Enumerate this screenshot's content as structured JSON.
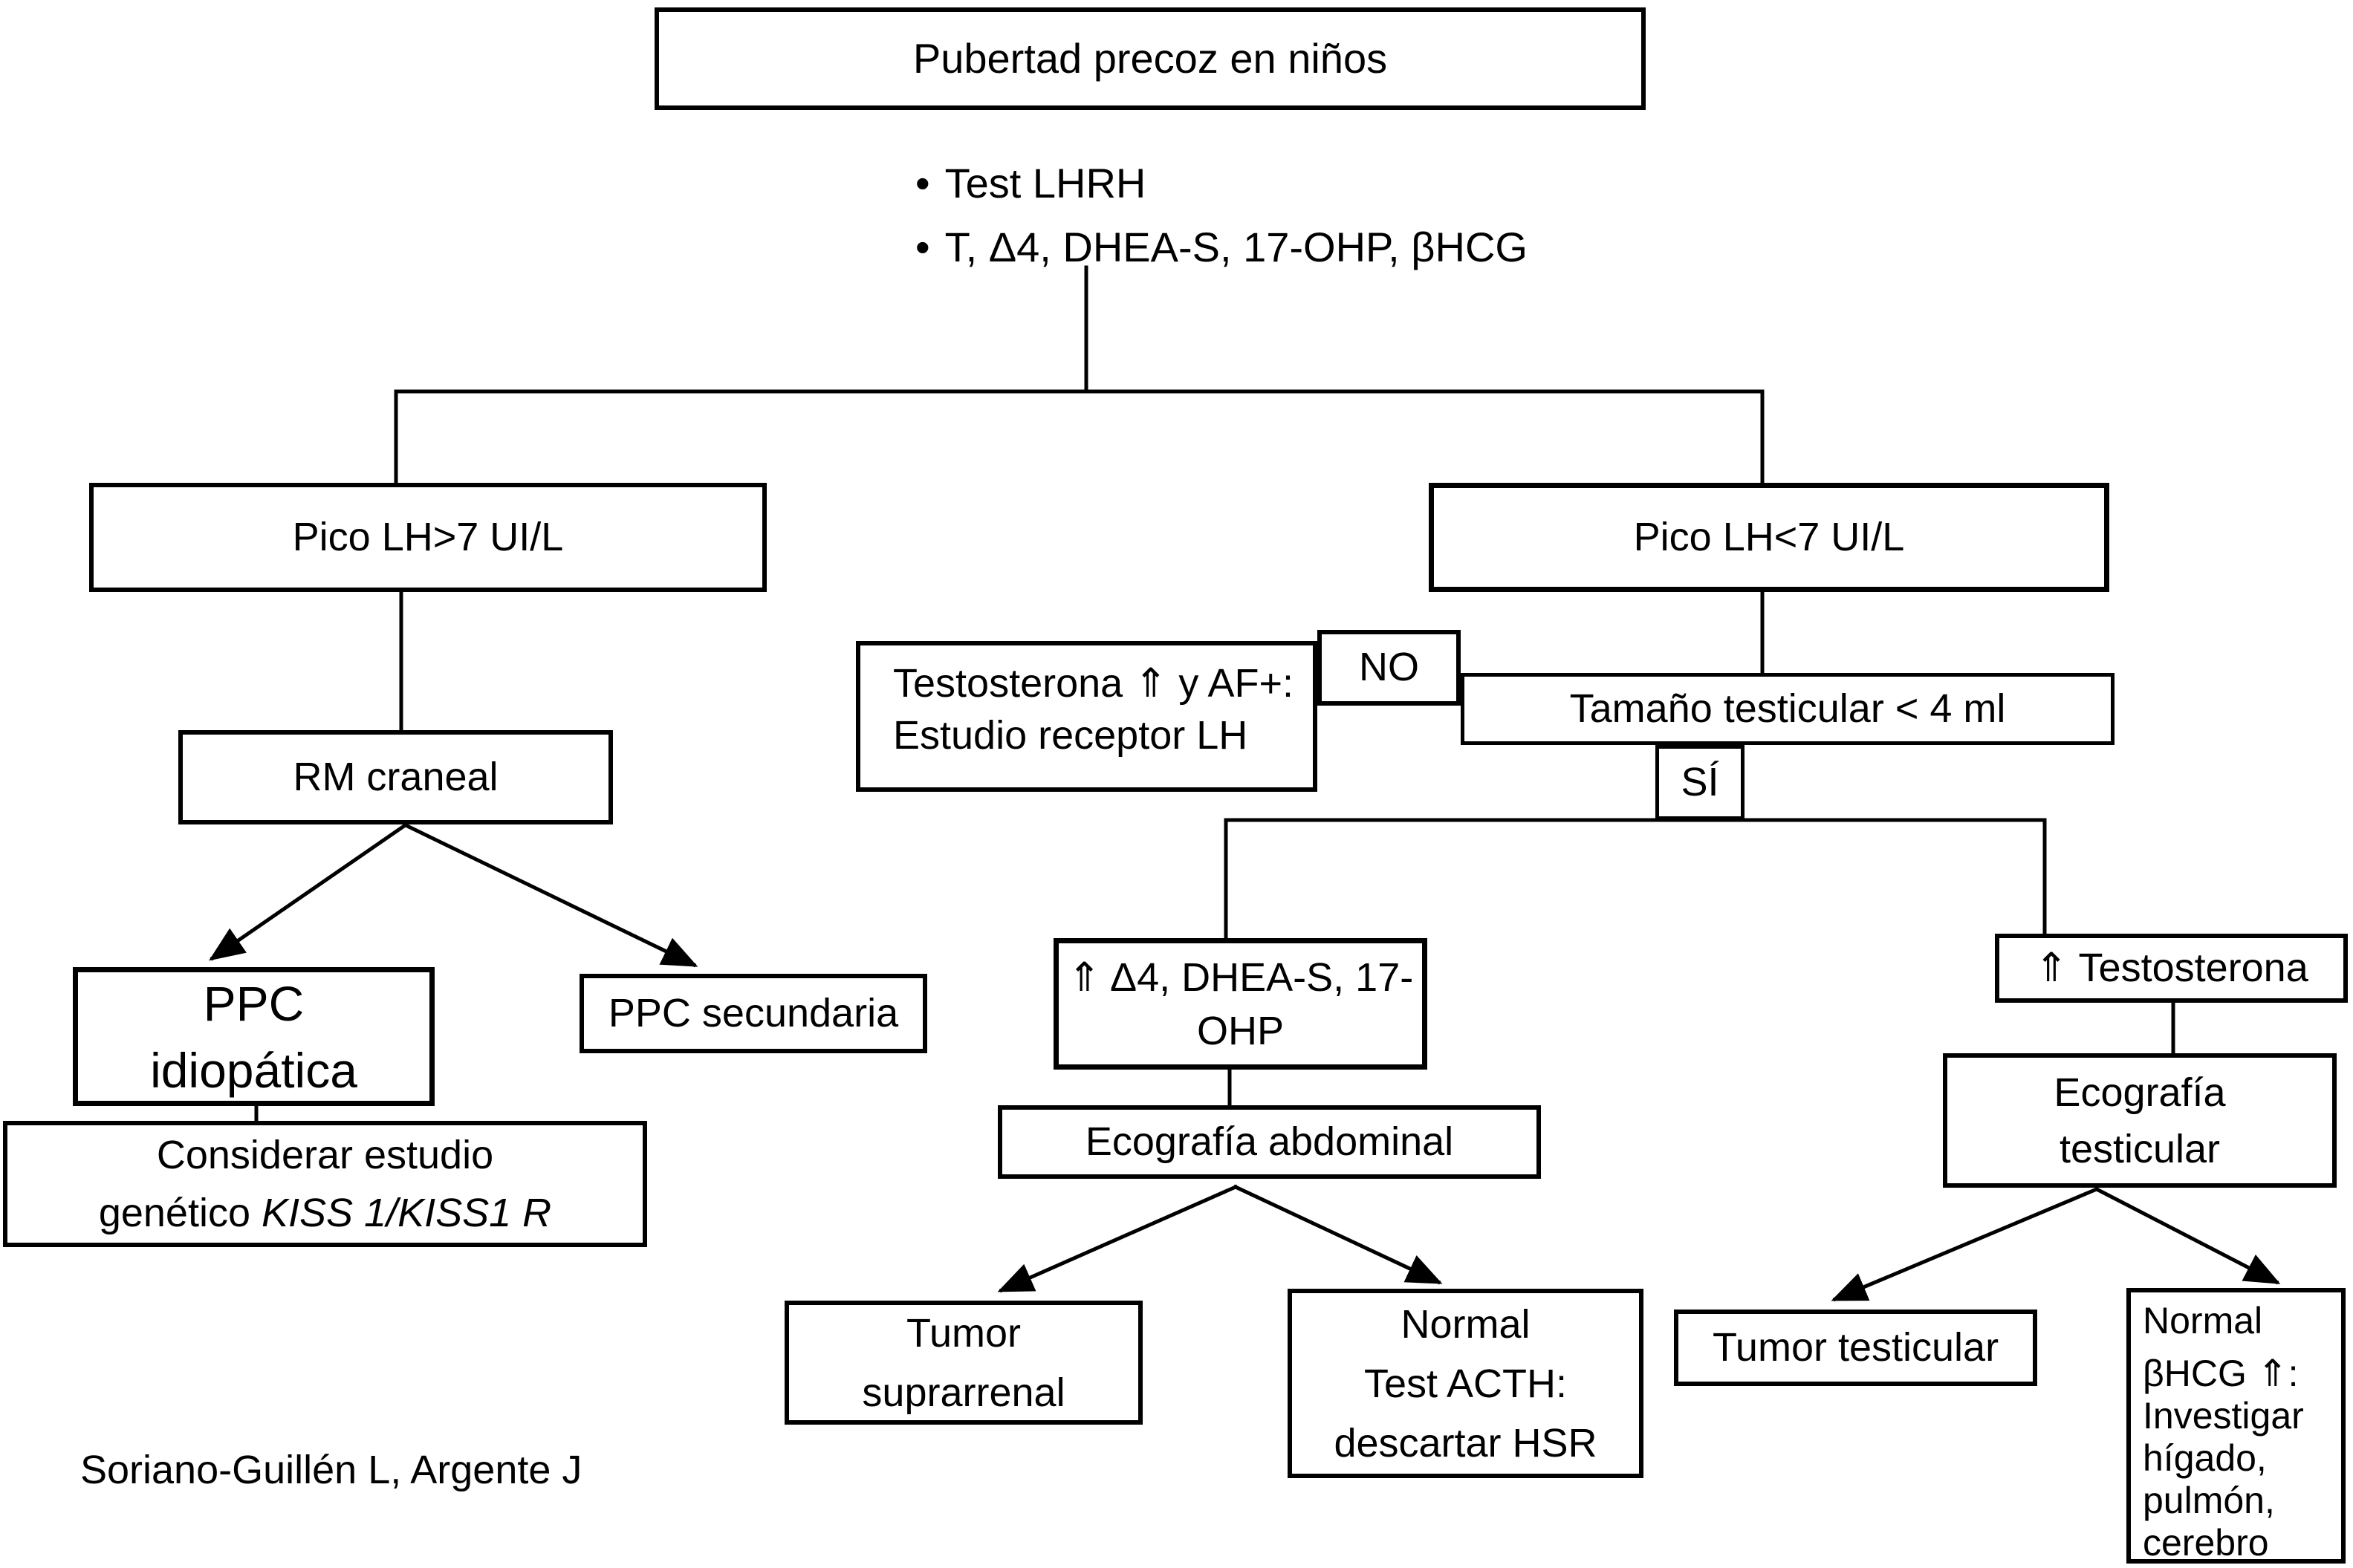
{
  "colors": {
    "ink": "#000000",
    "paper": "#ffffff"
  },
  "bullet_char": "•",
  "title": "Pubertad precoz en niños",
  "workup": {
    "items": [
      "Test LHRH",
      "T, Δ4, DHEA-S, 17-OHP, βHCG"
    ]
  },
  "nodes": {
    "pico_alto": {
      "label": "Pico LH>7 UI/L"
    },
    "pico_bajo": {
      "label": "Pico LH<7 UI/L"
    },
    "rm_craneal": {
      "label": "RM craneal"
    },
    "ppc_idiopatica": {
      "line1": "PPC",
      "line2": "idiopática"
    },
    "ppc_secundaria": {
      "label": "PPC secundaria"
    },
    "considerar": {
      "line1": "Considerar estudio",
      "line2_normal": "genético ",
      "line2_italic": "KISS 1/KISS1 R"
    },
    "receptor_lh": {
      "line1": "Testosterona ⇑ y AF+:",
      "line2": "Estudio receptor LH"
    },
    "no_label": {
      "label": "NO"
    },
    "tamano": {
      "label": "Tamaño testicular < 4 ml"
    },
    "si_label": {
      "label": "SÍ"
    },
    "delta4": {
      "line1": "⇑ Δ4, DHEA-S, 17-",
      "line2": "OHP"
    },
    "eco_abdominal": {
      "label": "Ecografía abdominal"
    },
    "tumor_suprarrenal": {
      "line1": "Tumor",
      "line2": "suprarrenal"
    },
    "normal_acth": {
      "line1": "Normal",
      "line2": "Test ACTH:",
      "line3": "descartar HSR"
    },
    "testosterona": {
      "label": "⇑ Testosterona"
    },
    "eco_testicular": {
      "line1": "Ecografía",
      "line2": "testicular"
    },
    "tumor_testicular": {
      "label": "Tumor testicular"
    },
    "normal_bhcg": {
      "lines": [
        "Normal",
        "βHCG ⇑:",
        "Investigar",
        "hígado,",
        "pulmón,",
        "cerebro"
      ]
    }
  },
  "credit": "Soriano-Guillén L, Argente J"
}
